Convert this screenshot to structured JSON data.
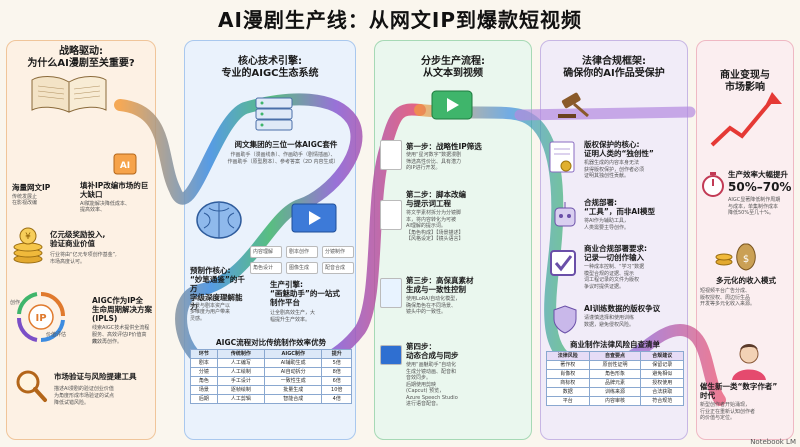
{
  "title": "AI漫剧生产线：从网文IP到爆款短视频",
  "footer": "Notebook LM",
  "col1": {
    "title1": "战略驱动:",
    "title2": "为什么AI漫剧至关重要?",
    "s1a": "海量网文IP",
    "s1b": "传统发展止",
    "s1c": "在影视改编",
    "s1d": "填补IP改编市场的巨大缺口",
    "s1e": "AI赋能解决降低成本、",
    "s1f": "提高效率、",
    "s2a": "亿元级奖励投入,",
    "s2b": "验证商业价值",
    "s2c": "行业将由“亿元专项创作基金”,",
    "s2d": "市场高度认可。",
    "ipl_a": "创作",
    "ipl_b": "价值评估",
    "s3a": "AIGC作为IP全",
    "s3b": "生命周期解决方案",
    "s3c": "(IPLS)",
    "s3d": "线索AIGC技术提供全流程",
    "s3e": "服务、高效评估IP价值高效、",
    "s3f": "高效再创作。",
    "s4a": "市场验证与风险提建工具",
    "s4b": "描述AI漫剧的验证创业价值",
    "s4c": "为角度形成市场验证的试点",
    "s4d": "降低试错风险。"
  },
  "col2": {
    "title1": "核心技术引擎:",
    "title2": "专业的AIGC生态系统",
    "k1": "阅文集团的三位一体AIGC套件",
    "k2": "作画助手（漫画线条）、作画助手（剧情插画）、",
    "k3": "作画助手（原型剧本）、参考答案（2D 内容生成）",
    "e1": "预制作核心:",
    "e2": "“妙笔通鉴”的千万",
    "e3": "字级深度理解能力",
    "e4": "自动将小说分解为角色、",
    "e5": "场景与剧本资产以",
    "e6": "多维度为用户带来",
    "e7": "灵感。",
    "g1": "生产引擎:",
    "g2": "“画魅助手”的一站式",
    "g3": "制作平台",
    "g4": "让全剧高效生产，大",
    "g5": "幅提升生产效率。",
    "tiles": [
      "内容理解",
      "剧本创作",
      "分镜制作",
      "角色设计",
      "图像生成",
      "配音合成"
    ],
    "table_title": "AIGC流程对比传统制作效率优势",
    "table_headers": [
      "环节",
      "传统制作",
      "AIGC制作",
      "提升"
    ],
    "table_rows": [
      [
        "剧本",
        "人工编写",
        "AI辅助生成",
        "5倍"
      ],
      [
        "分镜",
        "人工绘制",
        "AI自动拆分",
        "8倍"
      ],
      [
        "角色",
        "手工设计",
        "一致性生成",
        "6倍"
      ],
      [
        "场景",
        "逐帧绘制",
        "批量生成",
        "10倍"
      ],
      [
        "后期",
        "人工剪辑",
        "智能合成",
        "4倍"
      ]
    ]
  },
  "col3": {
    "title1": "分步生产流程:",
    "title2": "从文本到视频",
    "st1a": "第一步：战略性IP筛选",
    "st1b": "使用“星河数字”数据漫剧",
    "st1c": "筛选高性价比、具有潜力",
    "st1d": "的IP进行开发。",
    "st2a": "第二步：脚本改编",
    "st2b": "与提示词工程",
    "st2c": "将文学素材拆分为分镜脚",
    "st2d": "本，将内容转化为可被",
    "st2e": "AI理解的提示词。",
    "st2f": "【角色构成】【场景描述】",
    "st2g": "【风格设定】【镜头语言】",
    "st3a": "第三步：高保真素材",
    "st3b": "生成与一致性控制",
    "st3c": "使用LoRA/自动化模型，",
    "st3d": "确保角色在不同场景、",
    "st3e": "镜头中的一致性。",
    "st4a": "第四步：",
    "st4b": "动态合成与同步",
    "st4c": "使用“画魅助手”自动化",
    "st4d": "生成分镜动画、配音和",
    "st4e": "音效同步。",
    "st4f": "后期使用剪映",
    "st4g": "(Capcut) 预览，",
    "st4h": "Azure Speech Studio",
    "st4i": "进行语音配音。"
  },
  "col4": {
    "title1": "法律合规框架:",
    "title2": "确保你的AI作品受保护",
    "l1a": "版权保护的核心:",
    "l1b": "证明人类的“独创性”",
    "l1c": "机器生成的内容本身无法",
    "l1d": "获得版权保护，创作者必须",
    "l1e": "证明其独创性贡献。",
    "l2a": "合规部署:",
    "l2b": "“工具”，而非AI模型",
    "l2c": "将AI作为辅助工具，",
    "l2d": "人类需要主导创作。",
    "l3a": "商业合规部署要求:",
    "l3b": "记录一切创作输入",
    "l3c": "一种成本控制、“学习”数据",
    "l3d": "模型合规的证据、提示",
    "l3e": "词工程记录的文件为版权",
    "l3f": "争议时提供证据。",
    "l4a": "AI训练数据的版权争议",
    "l4b": "请谨慎选择和使用训练",
    "l4c": "数据，避免侵权风险。",
    "table_title": "商业制作法律风险自查清单",
    "table_headers": [
      "法律风险",
      "自查要点",
      "合规建议"
    ],
    "table_rows": [
      [
        "著作权",
        "原创性证明",
        "保留记录"
      ],
      [
        "肖像权",
        "角色形象",
        "避免相似"
      ],
      [
        "商标权",
        "品牌元素",
        "授权使用"
      ],
      [
        "数据",
        "训练来源",
        "合法获取"
      ],
      [
        "平台",
        "内容审核",
        "符合规范"
      ]
    ]
  },
  "col5": {
    "title1": "商业变现与",
    "title2": "市场影响",
    "m1a": "生产效率大幅提升",
    "m1b": "50%–70%",
    "m1c": "AIGC显著降低制作周期",
    "m1d": "与成本，单集制作成本",
    "m1e": "降低50%至几十%。",
    "m2a": "多元化的收入模式",
    "m2b": "短视频平台广告分成、",
    "m2c": "版权授权、周边衍生品",
    "m2d": "开发等多元化收入来源。",
    "m3a": "催生新一类“数字作者”",
    "m3b": "时代",
    "m3c": "新型创作者开始涌现，",
    "m3d": "行业正在重新认知创作者",
    "m3e": "的价值与定位。"
  }
}
